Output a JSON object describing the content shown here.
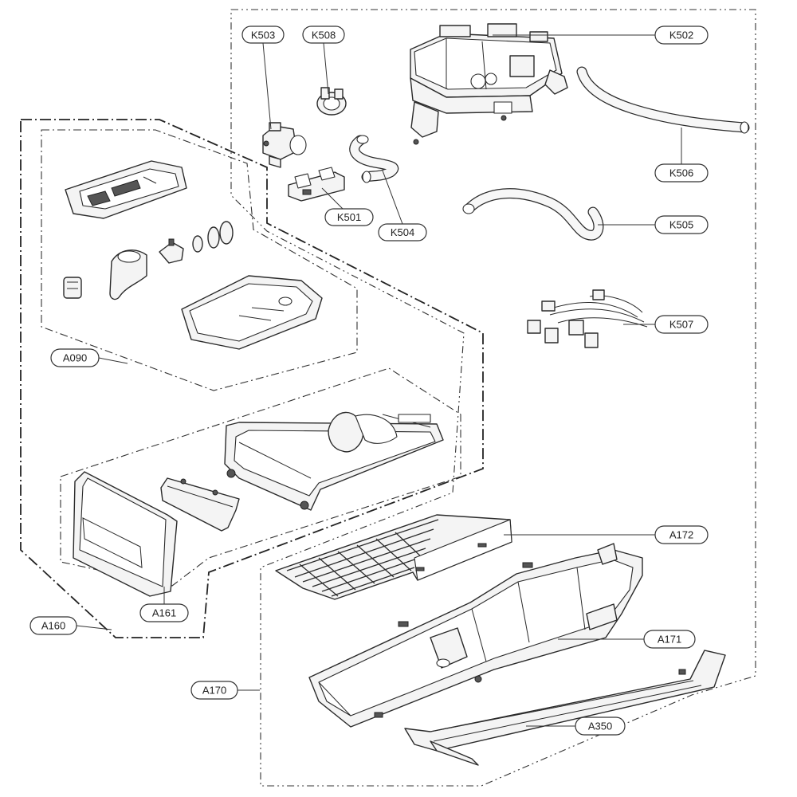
{
  "labels": {
    "K503": "K503",
    "K508": "K508",
    "K502": "K502",
    "K506": "K506",
    "K501": "K501",
    "K504": "K504",
    "K505": "K505",
    "K507": "K507",
    "A090": "A090",
    "A172": "A172",
    "A161": "A161",
    "A171": "A171",
    "A160": "A160",
    "A170": "A170",
    "A350": "A350"
  },
  "colors": {
    "line": "#2a2a2a",
    "background": "#ffffff",
    "part_fill": "#f4f4f4"
  }
}
